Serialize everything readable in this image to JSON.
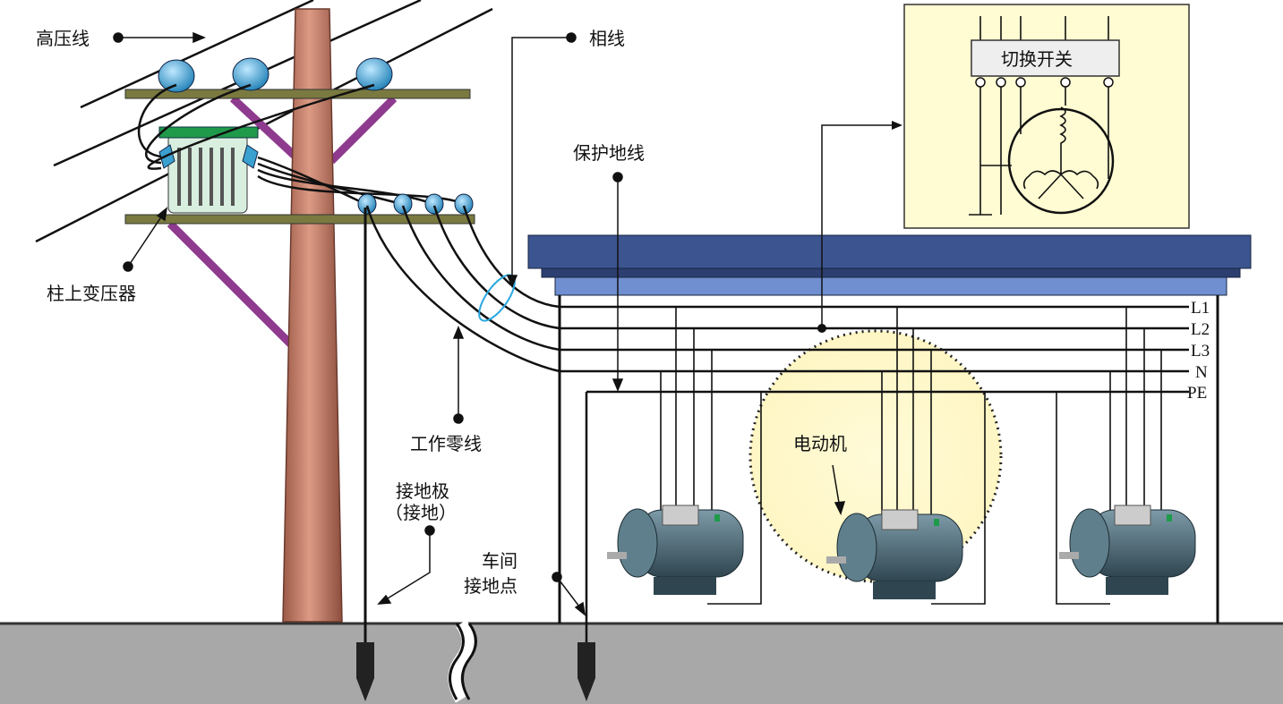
{
  "labels": {
    "high_voltage_line": "高压线",
    "phase_line": "相线",
    "protective_earth_line": "保护地线",
    "pole_transformer": "柱上变压器",
    "working_neutral": "工作零线",
    "ground_electrode_1": "接地极",
    "ground_electrode_2": "（接地）",
    "workshop_ground_1": "车间",
    "workshop_ground_2": "接地点",
    "motor": "电动机",
    "switch": "切换开关"
  },
  "bus_lines": [
    "L1",
    "L2",
    "L3",
    "N",
    "PE"
  ],
  "colors": {
    "roof_dark": "#3c5590",
    "roof_light": "#6f8fd0",
    "pole": "#c07a66",
    "crossarm": "#6b6a3a",
    "brace": "#8e3a8e",
    "insulator": "#3aa0d0",
    "ground": "#a8a8a8",
    "inset_bg": "#fffbd2",
    "motor": "#4a6a78"
  }
}
